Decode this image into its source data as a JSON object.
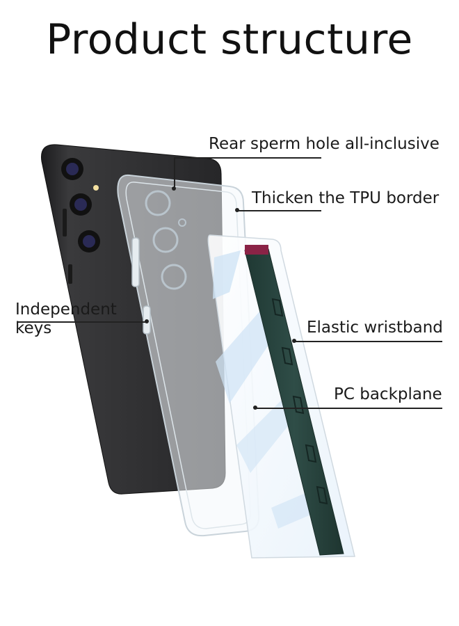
{
  "title": "Product structure",
  "labels": {
    "rear_hole": "Rear sperm hole all-inclusive",
    "tpu_border": "Thicken the TPU border",
    "independent_keys_line1": "Independent",
    "independent_keys_line2": "keys",
    "wristband": "Elastic wristband",
    "backplane": "PC backplane"
  },
  "colors": {
    "phone_body": "#2b2b2d",
    "wristband": "#2d4a44",
    "wristband_tab": "#8a2346",
    "backplane_tint": "#cfe3f5"
  }
}
